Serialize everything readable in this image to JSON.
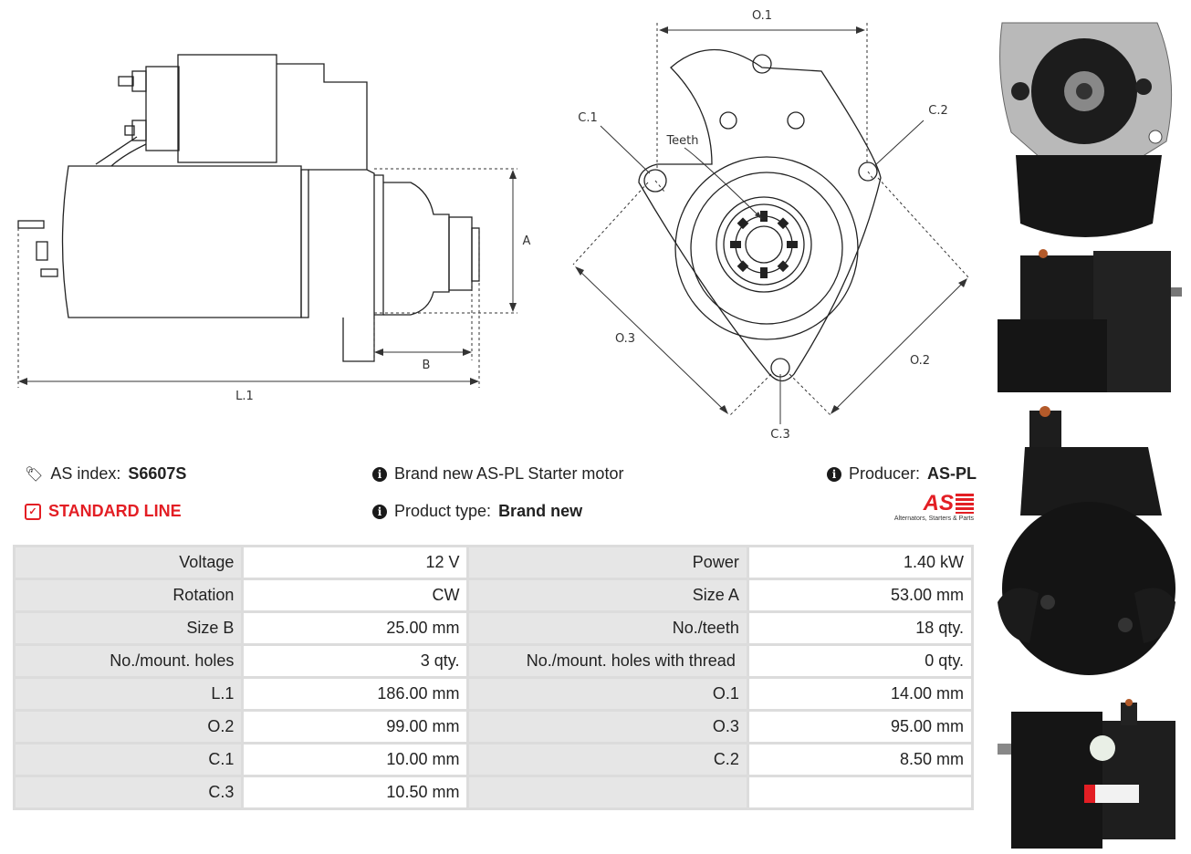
{
  "drawing": {
    "labels": {
      "o1": "O.1",
      "o2": "O.2",
      "o3": "O.3",
      "c1": "C.1",
      "c2": "C.2",
      "c3": "C.3",
      "a": "A",
      "b": "B",
      "l1": "L.1",
      "teeth": "Teeth"
    }
  },
  "info": {
    "as_index_label": "AS index:",
    "as_index_value": "S6607S",
    "line_label": "STANDARD LINE",
    "description": "Brand new AS-PL Starter motor",
    "product_type_label": "Product type:",
    "product_type_value": "Brand new",
    "producer_label": "Producer:",
    "producer_value": "AS-PL",
    "logo_text": "AS",
    "logo_tagline": "Alternators, Starters & Parts"
  },
  "specs": [
    {
      "l1": "Voltage",
      "v1": "12 V",
      "l2": "Power",
      "v2": "1.40 kW"
    },
    {
      "l1": "Rotation",
      "v1": "CW",
      "l2": "Size A",
      "v2": "53.00 mm"
    },
    {
      "l1": "Size B",
      "v1": "25.00 mm",
      "l2": "No./teeth",
      "v2": "18 qty."
    },
    {
      "l1": "No./mount. holes",
      "v1": "3 qty.",
      "l2": "No./mount. holes with thread",
      "v2": "0 qty."
    },
    {
      "l1": "L.1",
      "v1": "186.00 mm",
      "l2": "O.1",
      "v2": "14.00 mm"
    },
    {
      "l1": "O.2",
      "v1": "99.00 mm",
      "l2": "O.3",
      "v2": "95.00 mm"
    },
    {
      "l1": "C.1",
      "v1": "10.00 mm",
      "l2": "C.2",
      "v2": "8.50 mm"
    },
    {
      "l1": "C.3",
      "v1": "10.50 mm",
      "l2": "",
      "v2": ""
    }
  ],
  "colors": {
    "accent": "#e31e24",
    "table_label_bg": "#e6e6e6",
    "table_border": "#dcdcdc"
  }
}
